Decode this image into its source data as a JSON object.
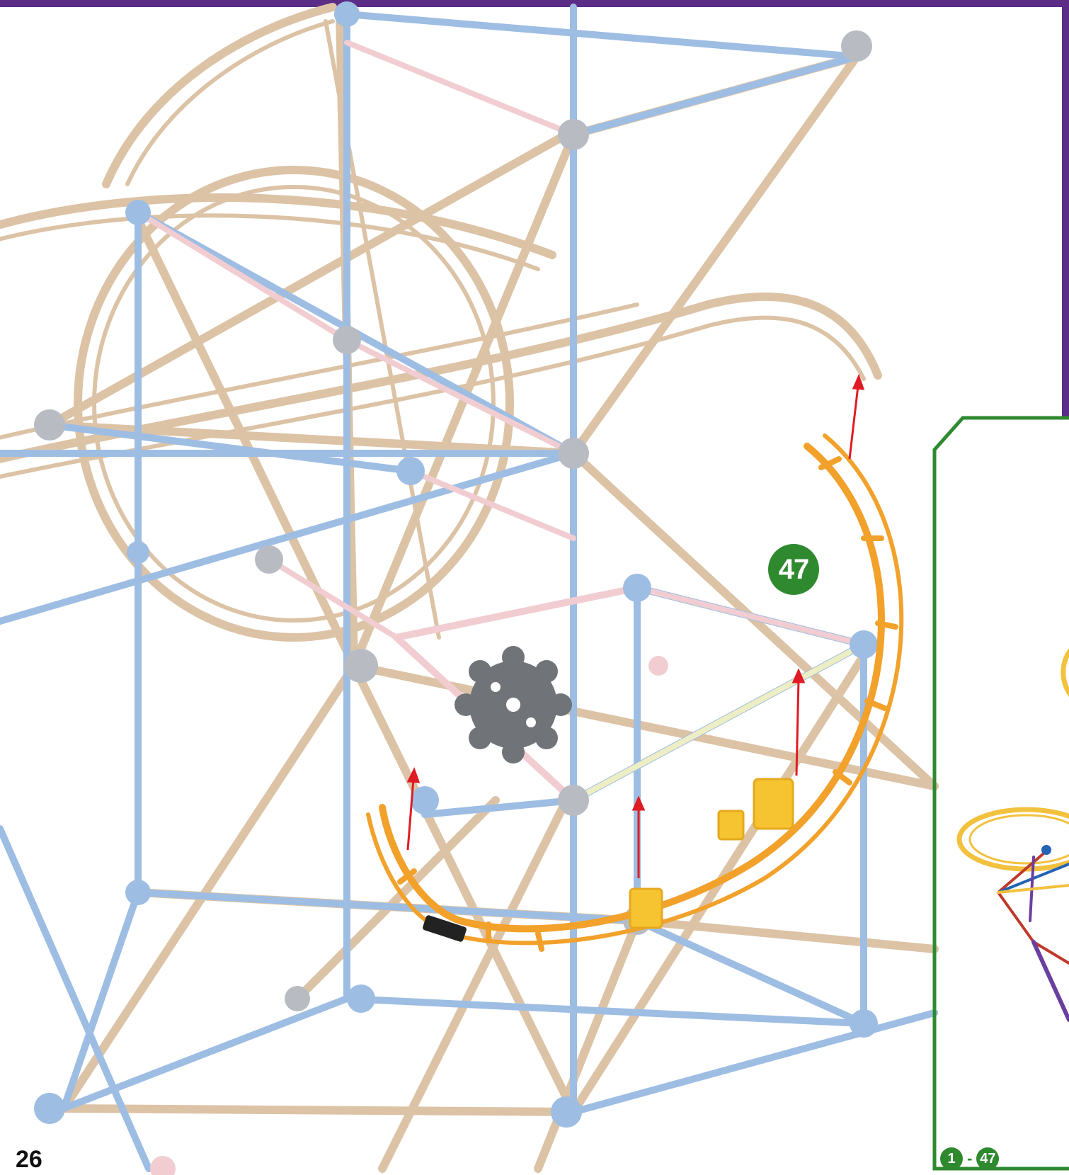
{
  "page": {
    "number": "26"
  },
  "step": {
    "number": "47"
  },
  "overview": {
    "range_start": "1",
    "range_separator": "-",
    "range_end": "47"
  },
  "colors": {
    "frame_purple": "#5b2d86",
    "overview_green": "#2f8a2f",
    "rod_tan": "#dcc3a6",
    "rod_blue": "#9ebde3",
    "new_track_orange": "#f2a12b",
    "new_part_yellow": "#f7c431",
    "arrow_red": "#e01b24",
    "gear_gray": "#707478"
  }
}
